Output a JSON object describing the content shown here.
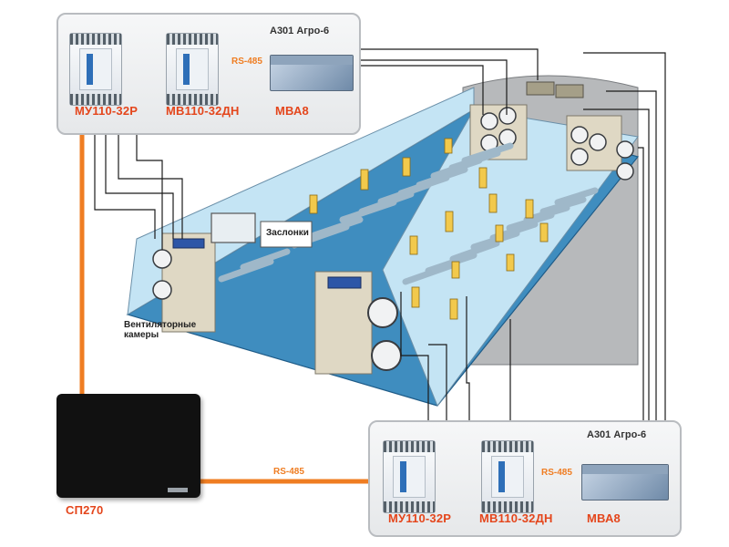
{
  "top_panel": {
    "title": "А301 Агро-6",
    "modules": [
      "МУ110-32Р",
      "МВ110-32ДН",
      "МВА8"
    ],
    "bus_label": "RS-485"
  },
  "bottom_panel": {
    "title": "А301 Агро-6",
    "modules": [
      "МУ110-32Р",
      "МВ110-32ДН",
      "МВА8"
    ],
    "bus_label": "RS-485"
  },
  "link_label": "RS-485",
  "hmi_label": "СП270",
  "zaslonki_label": "Заслонки",
  "fan_chambers_label": [
    "Вентиляторные",
    "камеры"
  ],
  "colors": {
    "bus_orange": "#ef7d22",
    "label_red": "#e4461c",
    "floor": "#3f8dbf",
    "wall": "#c4e4f4",
    "module_accent": "#2e6fb8"
  }
}
